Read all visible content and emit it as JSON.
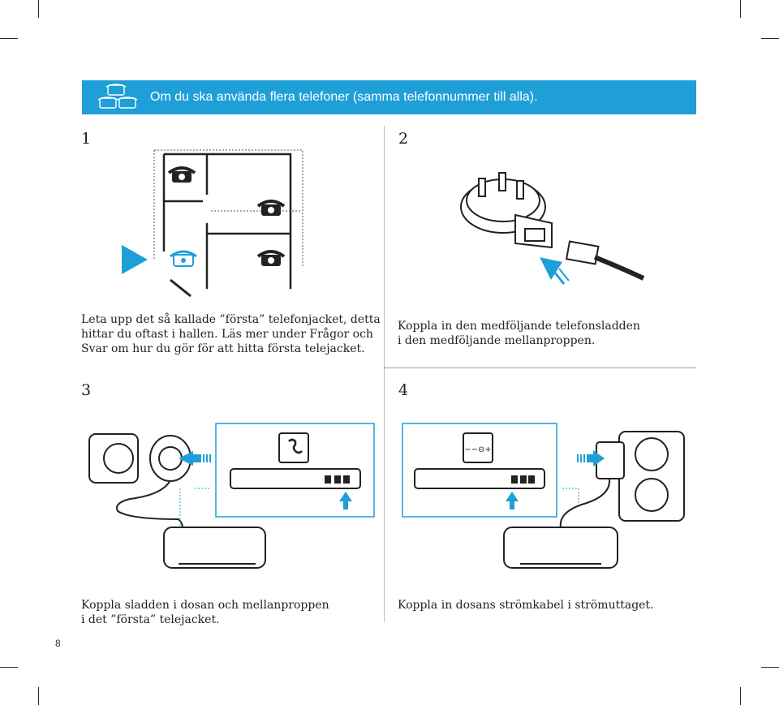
{
  "header": {
    "title": "Om du ska använda flera telefoner (samma telefonnummer till alla).",
    "accent_color": "#1f9fd8",
    "icon": "phones-icon"
  },
  "steps": [
    {
      "number": "1",
      "caption_lines": [
        "Leta upp det så kallade ”första” telefonjacket, detta",
        "hittar du oftast i hallen. Läs mer under Frågor och",
        "Svar om hur du gör för att hitta första telejacket."
      ]
    },
    {
      "number": "2",
      "caption_lines": [
        "Koppla in den medföljande telefonsladden",
        "i den medföljande mellanproppen."
      ]
    },
    {
      "number": "3",
      "caption_lines": [
        "Koppla sladden i dosan och mellanproppen",
        "i det ”första” telejacket."
      ]
    },
    {
      "number": "4",
      "caption_lines": [
        "Koppla in dosans strömkabel i strömuttaget."
      ]
    }
  ],
  "power_symbol": "−−⊖+",
  "page_number": "8"
}
